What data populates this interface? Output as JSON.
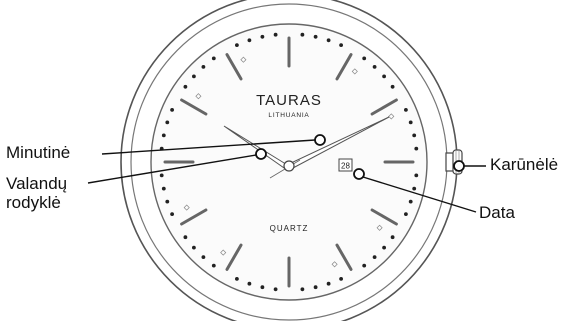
{
  "labels": {
    "minute_hand": "Minutinė",
    "hour_hand_line1": "Valandų",
    "hour_hand_line2": "rodyklė",
    "crown": "Karūnėlė",
    "date": "Data"
  },
  "dial": {
    "brand": "TAURAS",
    "origin": "LITHUANIA",
    "movement": "QUARTZ",
    "date_value": "28"
  },
  "colors": {
    "line": "#111111",
    "case": "#444444",
    "index": "#555555"
  }
}
